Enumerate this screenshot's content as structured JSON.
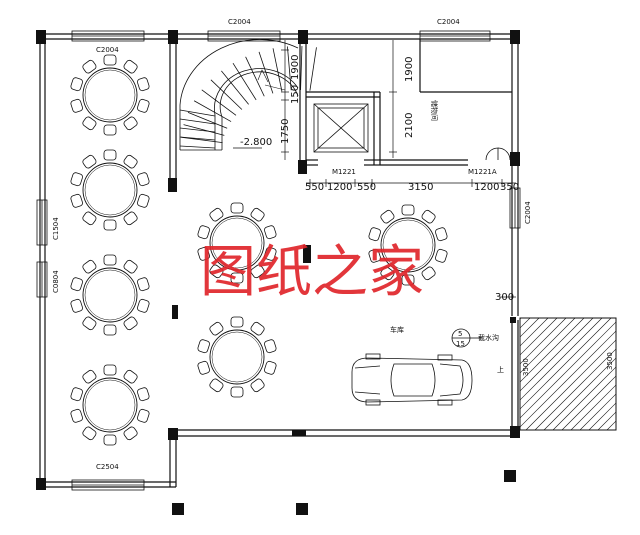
{
  "watermark": "图纸之家",
  "windows": {
    "top_left": "C2004",
    "top_mid": "C2004",
    "top_right": "C2004",
    "right_side": "C2004",
    "left_upper": "C1504",
    "left_lower": "C0804",
    "bottom": "C2504"
  },
  "doors": {
    "elevator_door": "M1221",
    "store_door": "M1221A"
  },
  "level": "-2.800",
  "rooms": {
    "store": "储物间",
    "garage": "车库",
    "drain": "截水沟",
    "up": "上"
  },
  "section_mark": {
    "top": "5",
    "bottom": "15"
  },
  "dimensions": {
    "stair_vertical": [
      "1900",
      "1750",
      "150"
    ],
    "elev_vertical": [
      "1900",
      "2100"
    ],
    "horizontal": [
      "550",
      "1200",
      "550",
      "3150",
      "1200",
      "350"
    ],
    "right_300": "300",
    "ramp_a": "3500",
    "ramp_b": "3500"
  },
  "furniture": {
    "round_tables": 7,
    "seats_per_table": 10
  }
}
